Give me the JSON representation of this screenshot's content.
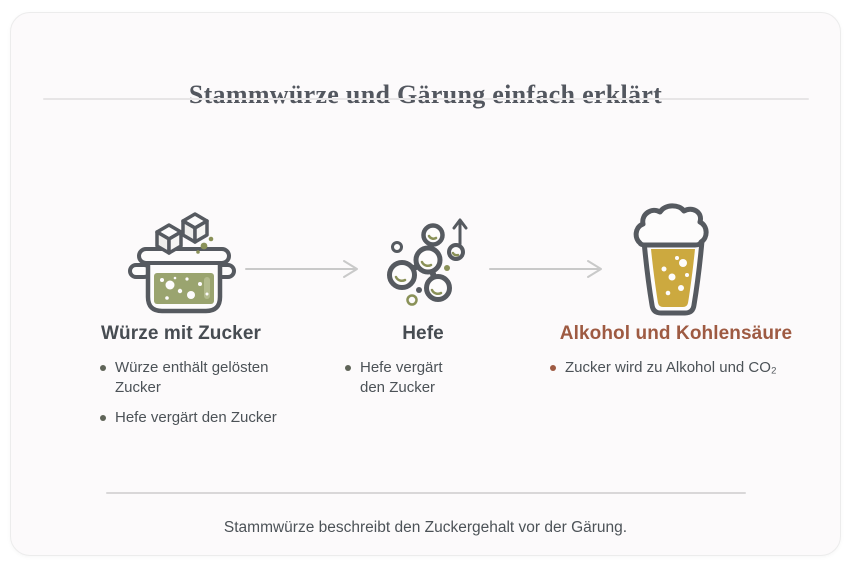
{
  "title": "Stammwürze und Gärung einfach erklärt",
  "columns": [
    {
      "icon": "sugar-pot-icon",
      "heading": "Würze mit Zucker",
      "bullets": [
        "Würze enthält gelösten Zucker",
        "Hefe vergärt den Zucker"
      ]
    },
    {
      "icon": "yeast-cells-icon",
      "heading": "Hefe",
      "bullets": [
        "Hefe vergärt den Zucker"
      ]
    },
    {
      "icon": "beer-glass-icon",
      "heading": "Alkohol und Kohlensäure",
      "bullets": [
        "Zucker wird zu Alkohol und CO₂"
      ]
    }
  ],
  "arrows": [
    "arrow-right-icon",
    "arrow-right-icon"
  ],
  "footer": "Stammwürze beschreibt den Zuckergehalt vor der Gärung.",
  "colors": {
    "card_bg": "#fcfafb",
    "card_border": "#ececec",
    "title": "#53575f",
    "heading": "#474c52",
    "heading_accent": "#9e5a42",
    "body": "#4c5257",
    "bullet_dot": "#5f6458",
    "bullet_dot_accent": "#9e5a42",
    "arrow": "#c9c9c9",
    "divider_light": "#e7e5e6",
    "divider_dark": "#d9d7d8",
    "outline": "#565a60",
    "sage_green": "#9aa46f",
    "olive_accent": "#8a9158",
    "beer_gold": "#cca93f"
  }
}
